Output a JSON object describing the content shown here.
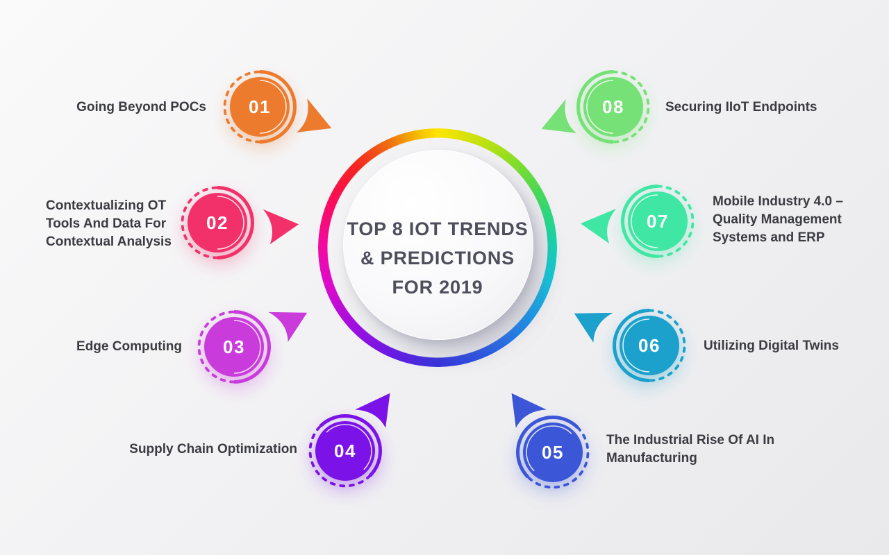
{
  "center": {
    "title_lines": [
      "TOP 8 IOT TRENDS",
      "& PREDICTIONS",
      "FOR 2019"
    ],
    "title_color": "#4E4E5C",
    "ring_gradient": [
      "#FFE400 0deg",
      "#9EE01A 35deg",
      "#4ADB52 60deg",
      "#12D8A6 85deg",
      "#0DC9DC 105deg",
      "#148EF0 130deg",
      "#2457E8 155deg",
      "#3330DE 180deg",
      "#6C17E4 205deg",
      "#A90EE0 230deg",
      "#DE0ACA 252deg",
      "#F20A9E 272deg",
      "#FA0D55 295deg",
      "#F32420 315deg",
      "#EF6E12 335deg",
      "#F7C400 352deg",
      "#FFE400 360deg"
    ]
  },
  "label_color": "#3B3B42",
  "items": [
    {
      "number": "01",
      "color": "#EC7B2D",
      "label_lines": [
        "Going Beyond POCs"
      ]
    },
    {
      "number": "02",
      "color": "#F2316B",
      "label_lines": [
        "Contextualizing OT",
        "Tools And Data For",
        "Contextual Analysis"
      ]
    },
    {
      "number": "03",
      "color": "#C93BDB",
      "label_lines": [
        "Edge Computing"
      ]
    },
    {
      "number": "04",
      "color": "#7B12E7",
      "label_lines": [
        "Supply Chain Optimization"
      ]
    },
    {
      "number": "05",
      "color": "#3B57D8",
      "label_lines": [
        "The Industrial Rise Of AI In",
        "Manufacturing"
      ]
    },
    {
      "number": "06",
      "color": "#1BA1CB",
      "label_lines": [
        "Utilizing Digital Twins"
      ]
    },
    {
      "number": "07",
      "color": "#3FE6A4",
      "label_lines": [
        "Mobile Industry 4.0 –",
        "Quality Management",
        "Systems and ERP"
      ]
    },
    {
      "number": "08",
      "color": "#76E176",
      "label_lines": [
        "Securing IIoT Endpoints"
      ]
    }
  ]
}
